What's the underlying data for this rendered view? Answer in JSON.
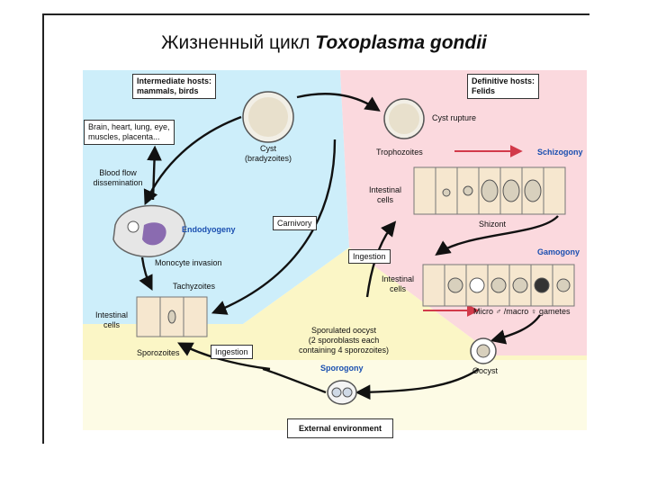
{
  "slide": {
    "title_prefix": "Жизненный цикл",
    "title_species": "Toxoplasma gondii"
  },
  "hosts": {
    "intermediate_line1": "Intermediate hosts:",
    "intermediate_line2": "mammals, birds",
    "definitive_line1": "Definitive hosts:",
    "definitive_line2": "Felids"
  },
  "labels": {
    "organs_line1": "Brain, heart, lung, eye,",
    "organs_line2": "muscles, placenta...",
    "blood_flow_line1": "Blood flow",
    "blood_flow_line2": "dissemination",
    "cyst_line1": "Cyst",
    "cyst_line2": "(bradyzoites)",
    "cyst_rupture": "Cyst rupture",
    "trophozoites": "Trophozoites",
    "schizogony": "Schizogony",
    "intestinal_cells_right_1": "Intestinal",
    "intestinal_cells_right_2": "cells",
    "schizont": "Shizont",
    "carnivory": "Carnivory",
    "endodyogeny": "Endodyogeny",
    "monocyte_invasion": "Monocyte invasion",
    "tachyzoites": "Tachyzoites",
    "intestinal_cells_left_1": "Intestinal",
    "intestinal_cells_left_2": "cells",
    "sporozoites": "Sporozoites",
    "ingestion_left": "Ingestion",
    "ingestion_right": "Ingestion",
    "gamogony": "Gamogony",
    "intestinal_cells_gam_1": "Intestinal",
    "intestinal_cells_gam_2": "cells",
    "gametes": "Micro ♂ /macro ♀ gametes",
    "oocyst": "Oocyst",
    "sporulated_line1": "Sporulated oocyst",
    "sporulated_line2": "(2 sporoblasts each",
    "sporulated_line3": "containing 4 sporozoites)",
    "sporogony": "Sporogony",
    "external_environment": "External environment"
  },
  "colors": {
    "intermediate_zone": "#cdeefa",
    "definitive_zone": "#fbd9de",
    "external_zone": "#fbf6c6",
    "accent_blue": "#1a4fb0",
    "cell_fill": "#f6e7cf",
    "cyst_fill": "#f2efe6"
  }
}
